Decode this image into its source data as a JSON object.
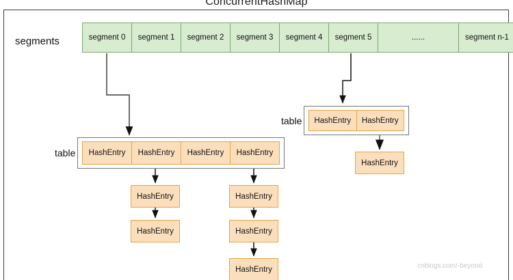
{
  "diagram": {
    "title": "ConcurrentHashMap",
    "watermark": "cnblogs.com/-beyond",
    "colors": {
      "segment_fill": "#d8ecd0",
      "segment_stroke": "#7aa86f",
      "entry_fill": "#fbdfbd",
      "entry_stroke": "#e8a33d",
      "table_border": "#777777",
      "frame_border": "#3a3a3a",
      "connector": "#555555",
      "text": "#111111",
      "watermark": "#c9c9c9"
    }
  },
  "labels": {
    "segments": "segments",
    "table_left": "table",
    "table_right": "table"
  },
  "segments": {
    "cells": [
      {
        "label": "segment 0"
      },
      {
        "label": "segment 1"
      },
      {
        "label": "segment 2"
      },
      {
        "label": "segment 3"
      },
      {
        "label": "segment 4"
      },
      {
        "label": "segment 5"
      },
      {
        "label": "......"
      },
      {
        "label": "segment n-1"
      }
    ]
  },
  "table_left": {
    "cells": [
      {
        "label": "HashEntry"
      },
      {
        "label": "HashEntry"
      },
      {
        "label": "HashEntry"
      },
      {
        "label": "HashEntry"
      }
    ]
  },
  "table_right": {
    "cells": [
      {
        "label": "HashEntry"
      },
      {
        "label": "HashEntry"
      }
    ]
  },
  "chain_left_a": {
    "nodes": [
      {
        "label": "HashEntry"
      },
      {
        "label": "HashEntry"
      }
    ]
  },
  "chain_left_b": {
    "nodes": [
      {
        "label": "HashEntry"
      },
      {
        "label": "HashEntry"
      },
      {
        "label": "HashEntry"
      }
    ]
  },
  "chain_right": {
    "nodes": [
      {
        "label": "HashEntry"
      }
    ]
  }
}
